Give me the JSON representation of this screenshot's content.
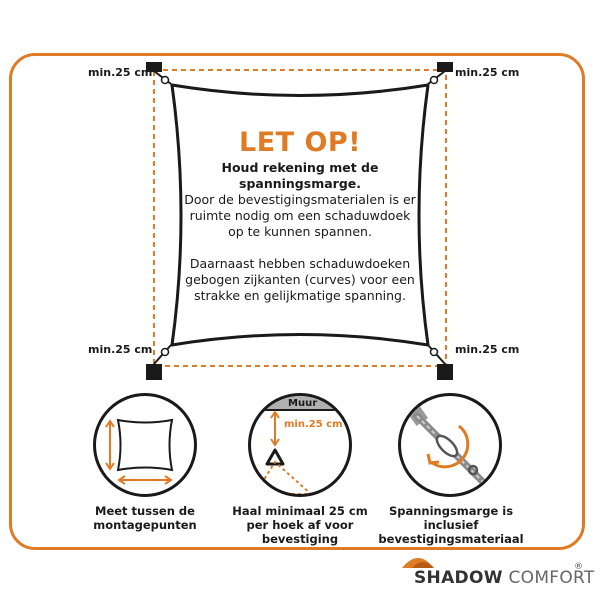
{
  "corner_labels": {
    "top_left": "min.25 cm",
    "top_right": "min.25 cm",
    "bottom_left": "min.25 cm",
    "bottom_right": "min.25 cm"
  },
  "notice": {
    "headline": "LET OP!",
    "subheading": "Houd rekening met de spanningsmarge.",
    "paragraph_1": "Door de bevestigingsmaterialen is er ruimte nodig om een schaduwdoek op te kunnen spannen.",
    "paragraph_2": "Daarnaast hebben schaduwdoeken gebogen zijkanten (curves) voor een strakke en gelijkmatige spanning."
  },
  "tips": [
    {
      "caption": "Meet tussen de montagepunten"
    },
    {
      "caption": "Haal minimaal 25 cm per hoek af voor bevestiging",
      "wall_label": "Muur",
      "distance_label": "min.25 cm"
    },
    {
      "caption": "Spanningsmarge is inclusief bevestigingsmateriaal"
    }
  ],
  "brand": {
    "name_part_1": "SHADOW",
    "name_part_2": "COMFORT",
    "registered": "®"
  },
  "colors": {
    "accent": "#e07b25",
    "dark": "#1a1a1a",
    "sail_fill": "#ffffff",
    "wall": "#b0b0b0"
  }
}
